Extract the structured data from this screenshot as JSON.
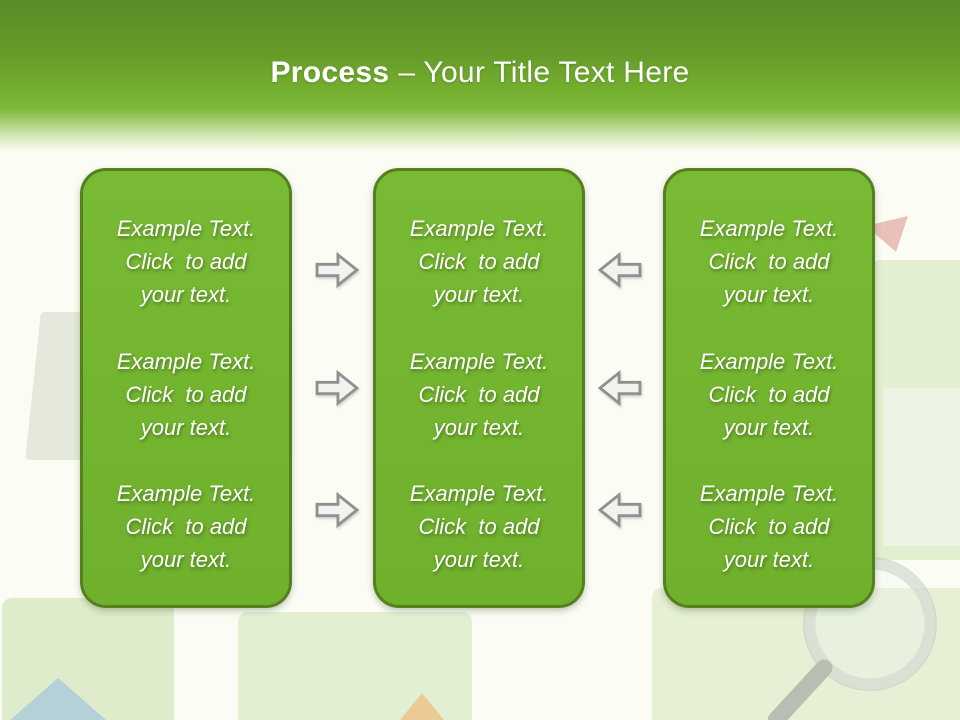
{
  "title": {
    "lead": "Process",
    "rest": "– Your Title Text Here"
  },
  "boxes": [
    {
      "name": "left",
      "blocks": [
        {
          "lines": [
            "Example Text.",
            "Click  to add",
            "your text."
          ]
        },
        {
          "lines": [
            "Example Text.",
            "Click  to add",
            "your text."
          ]
        },
        {
          "lines": [
            "Example Text.",
            "Click  to add",
            "your text."
          ]
        }
      ]
    },
    {
      "name": "middle",
      "blocks": [
        {
          "lines": [
            "Example Text.",
            "Click  to add",
            "your text."
          ]
        },
        {
          "lines": [
            "Example Text.",
            "Click  to add",
            "your text."
          ]
        },
        {
          "lines": [
            "Example Text.",
            "Click  to add",
            "your text."
          ]
        }
      ]
    },
    {
      "name": "right",
      "blocks": [
        {
          "lines": [
            "Example Text.",
            "Click  to add",
            "your text."
          ]
        },
        {
          "lines": [
            "Example Text.",
            "Click  to add",
            "your text."
          ]
        },
        {
          "lines": [
            "Example Text.",
            "Click  to add",
            "your text."
          ]
        }
      ]
    }
  ],
  "arrows": {
    "forward": {
      "icon": "arrow-right-icon",
      "count": 3
    },
    "backward": {
      "icon": "arrow-left-icon",
      "count": 3
    }
  },
  "colors": {
    "header_gradient_top": "#5c8b25",
    "header_gradient_green": "#7bb739",
    "title_text": "#ffffff",
    "box_fill": "#74b72f",
    "box_border": "#55801f",
    "box_text": "#ffffff",
    "arrow_outline": "#8f9090",
    "arrow_fill": "#f2f2f0",
    "page_background": "#fbfdf5"
  },
  "watermark_icons": [
    "folder-watermark",
    "folder-watermark",
    "folder-watermark",
    "folder-watermark",
    "folder-watermark",
    "magnifier-watermark",
    "blue-arrow-watermark",
    "orange-arrow-watermark",
    "red-arrow-watermark"
  ]
}
